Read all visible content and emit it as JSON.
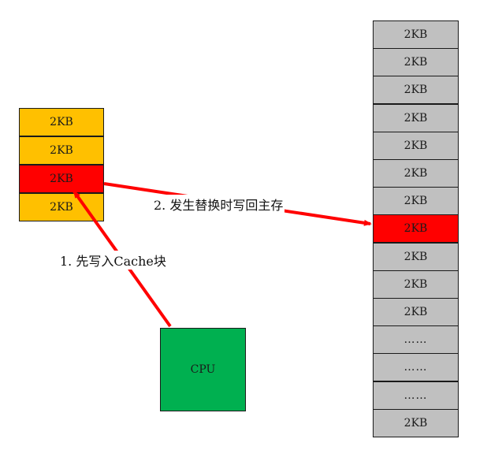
{
  "colors": {
    "cache_block": "#ffc000",
    "highlight": "#ff0000",
    "memory_block": "#c0c0c0",
    "cpu": "#00b050",
    "arrow": "#ff0000"
  },
  "cache": {
    "blocks": [
      {
        "label": "2KB",
        "state": "normal"
      },
      {
        "label": "2KB",
        "state": "normal"
      },
      {
        "label": "2KB",
        "state": "highlight"
      },
      {
        "label": "2KB",
        "state": "normal"
      }
    ]
  },
  "memory": {
    "blocks": [
      {
        "label": "2KB",
        "state": "normal"
      },
      {
        "label": "2KB",
        "state": "normal"
      },
      {
        "label": "2KB",
        "state": "normal"
      },
      {
        "label": "2KB",
        "state": "normal"
      },
      {
        "label": "2KB",
        "state": "normal"
      },
      {
        "label": "2KB",
        "state": "normal"
      },
      {
        "label": "2KB",
        "state": "normal"
      },
      {
        "label": "2KB",
        "state": "highlight"
      },
      {
        "label": "2KB",
        "state": "normal"
      },
      {
        "label": "2KB",
        "state": "normal"
      },
      {
        "label": "2KB",
        "state": "normal"
      },
      {
        "label": "……",
        "state": "normal"
      },
      {
        "label": "……",
        "state": "normal"
      },
      {
        "label": "……",
        "state": "normal"
      },
      {
        "label": "2KB",
        "state": "normal"
      }
    ]
  },
  "cpu": {
    "label": "CPU"
  },
  "annotations": {
    "step1": "1. 先写入Cache块",
    "step2": "2. 发生替换时写回主存"
  }
}
